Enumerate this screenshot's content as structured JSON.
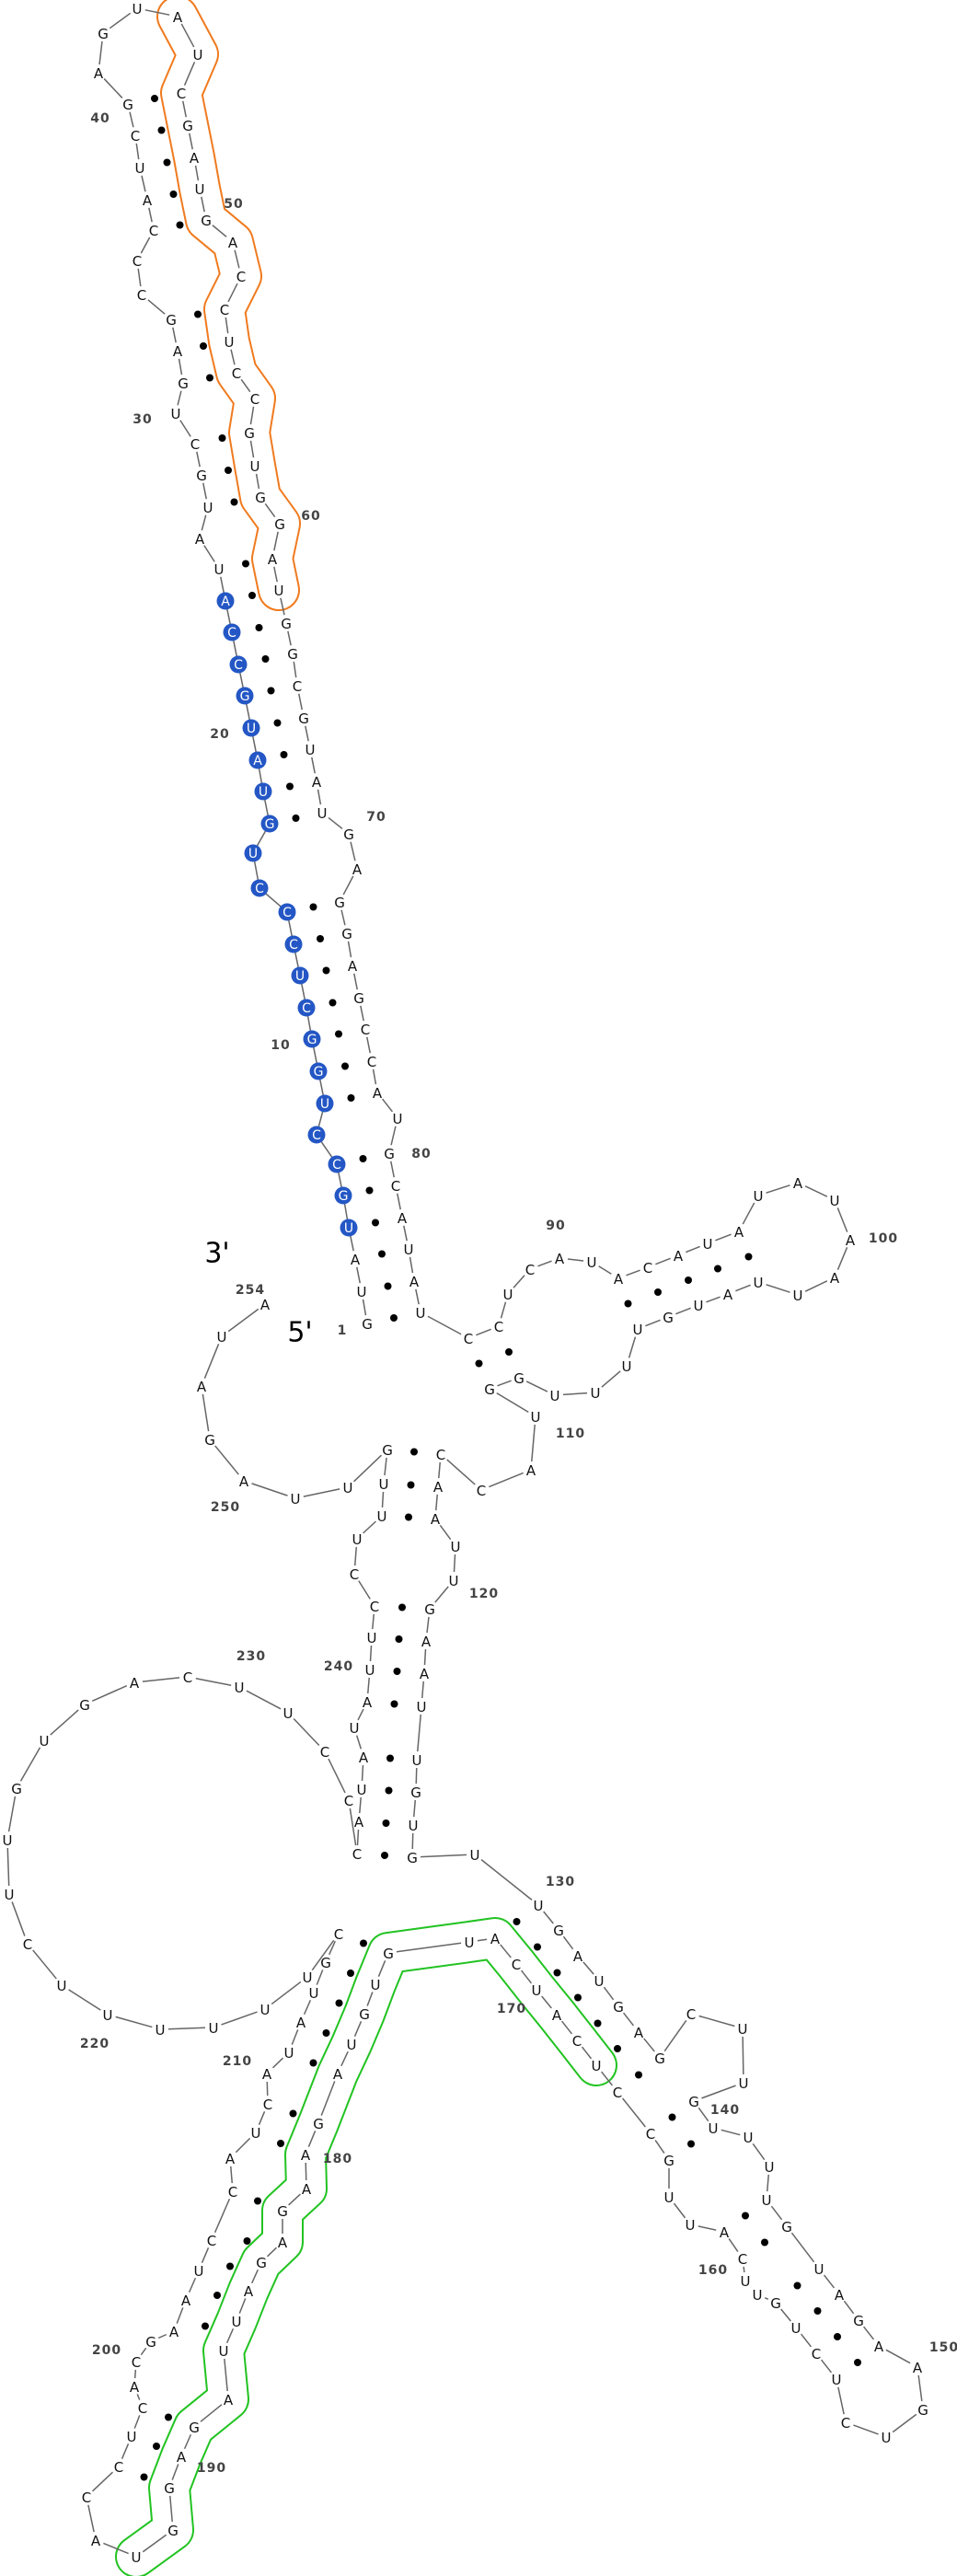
{
  "sequence": "GUAUGCCUGGCUCCCUGUAUGCCAUAUGCUGAGCCCAUCGAGUAUCGAUGACCUCCGUGGAUGGCGUAUGAGGAGCCAUGCAUAUCCUCAUACAUAUAUAAUUAUGUUUUGGUACCAAUUGAAUUGUGUUGAUGAGCUUGUUUUGUAGAAGUCUCUGUUCAUUGCCUCAUCAUGUGUAGAAGAGAUUAGAGGUACCUCACGAAUCCAUCAUAUGCUUUUUUCUUGUGACUUCCCAUAUAUUCCUUUGUUAGAUA",
  "five_prime": "5'",
  "three_prime": "3'",
  "position_labels": [
    "1",
    "10",
    "20",
    "30",
    "40",
    "50",
    "60",
    "70",
    "80",
    "90",
    "100",
    "110",
    "120",
    "130",
    "140",
    "150",
    "160",
    "170",
    "180",
    "190",
    "200",
    "210",
    "220",
    "230",
    "240",
    "250",
    "254"
  ],
  "base_pairs": [
    [
      1,
      85
    ],
    [
      2,
      84
    ],
    [
      3,
      83
    ],
    [
      4,
      82
    ],
    [
      5,
      81
    ],
    [
      6,
      80
    ],
    [
      8,
      78
    ],
    [
      9,
      77
    ],
    [
      10,
      76
    ],
    [
      11,
      75
    ],
    [
      12,
      74
    ],
    [
      13,
      73
    ],
    [
      14,
      72
    ],
    [
      17,
      69
    ],
    [
      18,
      68
    ],
    [
      19,
      67
    ],
    [
      20,
      66
    ],
    [
      21,
      65
    ],
    [
      22,
      64
    ],
    [
      23,
      63
    ],
    [
      24,
      62
    ],
    [
      25,
      61
    ],
    [
      27,
      59
    ],
    [
      28,
      58
    ],
    [
      29,
      57
    ],
    [
      31,
      55
    ],
    [
      32,
      54
    ],
    [
      33,
      53
    ],
    [
      36,
      50
    ],
    [
      37,
      49
    ],
    [
      38,
      48
    ],
    [
      39,
      47
    ],
    [
      40,
      46
    ],
    [
      86,
      112
    ],
    [
      87,
      111
    ],
    [
      92,
      107
    ],
    [
      93,
      106
    ],
    [
      94,
      105
    ],
    [
      95,
      104
    ],
    [
      96,
      103
    ],
    [
      116,
      247
    ],
    [
      117,
      246
    ],
    [
      118,
      245
    ],
    [
      121,
      242
    ],
    [
      122,
      241
    ],
    [
      123,
      240
    ],
    [
      124,
      239
    ],
    [
      125,
      237
    ],
    [
      126,
      236
    ],
    [
      127,
      235
    ],
    [
      128,
      234
    ],
    [
      130,
      172
    ],
    [
      131,
      171
    ],
    [
      132,
      170
    ],
    [
      133,
      169
    ],
    [
      134,
      168
    ],
    [
      135,
      167
    ],
    [
      136,
      166
    ],
    [
      140,
      165
    ],
    [
      141,
      164
    ],
    [
      144,
      161
    ],
    [
      145,
      160
    ],
    [
      146,
      157
    ],
    [
      147,
      156
    ],
    [
      148,
      155
    ],
    [
      149,
      154
    ],
    [
      174,
      215
    ],
    [
      175,
      214
    ],
    [
      176,
      213
    ],
    [
      177,
      212
    ],
    [
      178,
      211
    ],
    [
      179,
      209
    ],
    [
      180,
      208
    ],
    [
      182,
      206
    ],
    [
      183,
      205
    ],
    [
      184,
      204
    ],
    [
      185,
      203
    ],
    [
      186,
      202
    ],
    [
      189,
      198
    ],
    [
      190,
      197
    ],
    [
      191,
      196
    ]
  ],
  "highlighted_nucleotides": {
    "range": [
      4,
      24
    ],
    "color": "#2457c5"
  },
  "outlined_regions": [
    {
      "name": "orange-region",
      "range": [
        44,
        62
      ],
      "color": "#f07a1e"
    },
    {
      "name": "green-region",
      "range": [
        167,
        193
      ],
      "color": "#22c322"
    }
  ]
}
